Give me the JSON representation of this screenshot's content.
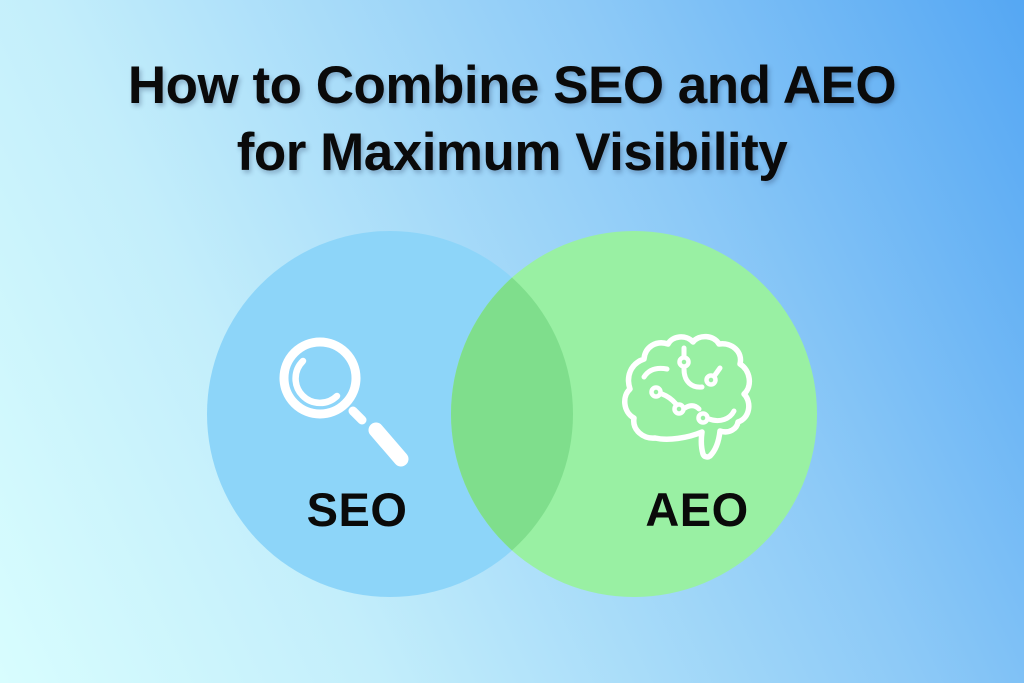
{
  "title": {
    "line1": "How to Combine SEO and AEO",
    "line2": "for Maximum Visibility"
  },
  "venn": {
    "type": "venn-diagram",
    "left": {
      "label": "SEO",
      "icon": "magnifier-icon",
      "circle_color": "#8DD5F9"
    },
    "right": {
      "label": "AEO",
      "icon": "brain-circuit-icon",
      "circle_color": "#99F0A3"
    },
    "overlap_color": "#7FDE8C",
    "icon_color": "#FFFFFF"
  },
  "colors": {
    "background_gradient_start": "#D8FDFE",
    "background_gradient_end": "#55A7F3",
    "title_text": "#0A0A0A",
    "label_text": "#0A0A0A"
  }
}
